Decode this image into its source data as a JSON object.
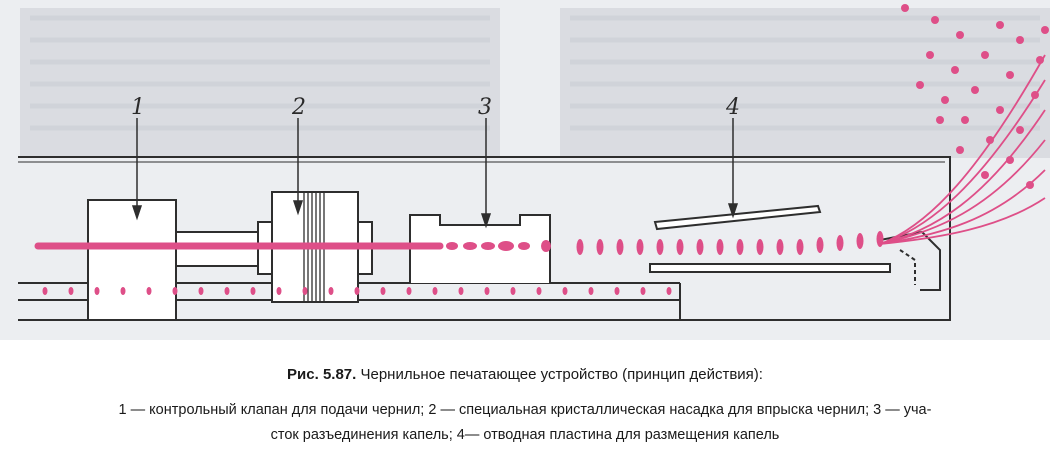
{
  "diagram": {
    "labels": [
      "1",
      "2",
      "3",
      "4"
    ],
    "colors": {
      "ink": "#de4f88",
      "line": "#2e2e2e",
      "paper": "#e8e9ec",
      "background_print": "#c6c9d0"
    }
  },
  "caption": {
    "figure_number": "Рис. 5.87.",
    "title": "Чернильное печатающее устройство (принцип действия):",
    "legend_line1": "1 — контрольный клапан для подачи чернил; 2 — специальная кристаллическая насадка для впрыска чернил; 3 — уча-",
    "legend_line2": "сток разъединения капель; 4— отводная пластина для размещения капель"
  }
}
